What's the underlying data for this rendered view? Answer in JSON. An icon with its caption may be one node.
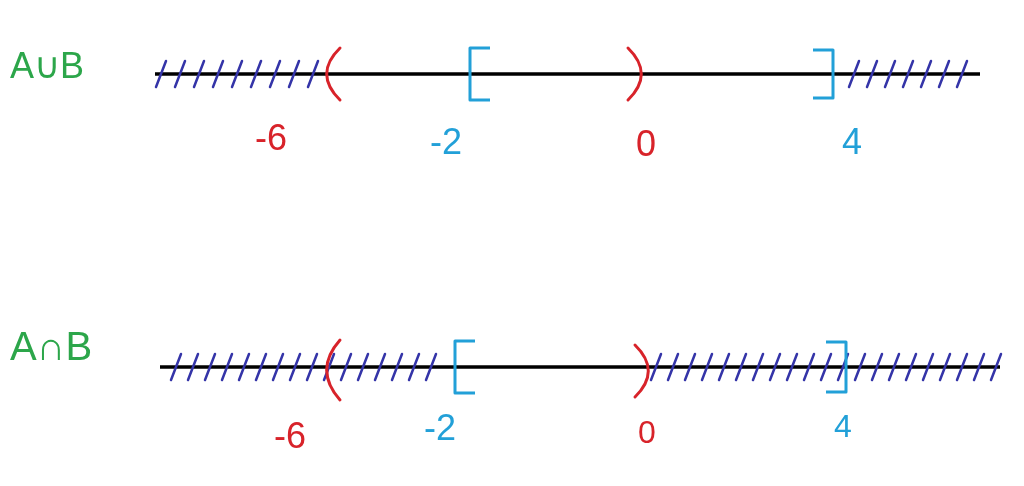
{
  "diagram": {
    "labels": [
      "A∪B",
      "-6",
      "-2",
      "0",
      "4",
      "A∩B",
      "-6",
      "-2",
      "0",
      "4"
    ]
  }
}
